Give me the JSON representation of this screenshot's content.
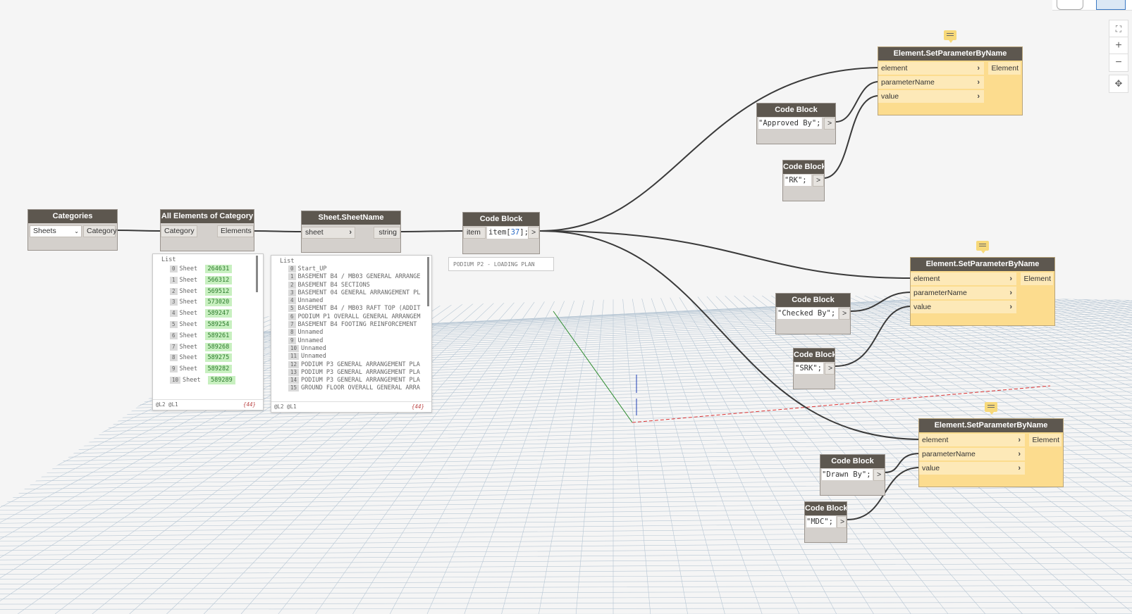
{
  "colors": {
    "node_header": "#5d574f",
    "node_body": "#d4d0cc",
    "set_node_body": "#fcdc8e",
    "wire": "#3a3a3a",
    "grid": "#9db3c6"
  },
  "categories_node": {
    "title": "Categories",
    "selected": "Sheets",
    "output": "Category"
  },
  "all_elements_node": {
    "title": "All Elements of Category",
    "input": "Category",
    "output": "Elements"
  },
  "sheetname_node": {
    "title": "Sheet.SheetName",
    "input": "sheet",
    "output": "string"
  },
  "codeblock_item": {
    "title": "Code Block",
    "input": "item",
    "code_prefix": "item[",
    "code_index": "37",
    "code_suffix": "];",
    "output_arrow": ">",
    "preview": "PODIUM P2 - LOADING PLAN"
  },
  "preview_elements": {
    "header": "List",
    "items": [
      {
        "index": "0",
        "type": "Sheet",
        "id": "264631"
      },
      {
        "index": "1",
        "type": "Sheet",
        "id": "566312"
      },
      {
        "index": "2",
        "type": "Sheet",
        "id": "569512"
      },
      {
        "index": "3",
        "type": "Sheet",
        "id": "573020"
      },
      {
        "index": "4",
        "type": "Sheet",
        "id": "589247"
      },
      {
        "index": "5",
        "type": "Sheet",
        "id": "589254"
      },
      {
        "index": "6",
        "type": "Sheet",
        "id": "589261"
      },
      {
        "index": "7",
        "type": "Sheet",
        "id": "589268"
      },
      {
        "index": "8",
        "type": "Sheet",
        "id": "589275"
      },
      {
        "index": "9",
        "type": "Sheet",
        "id": "589282"
      },
      {
        "index": "10",
        "type": "Sheet",
        "id": "589289"
      }
    ],
    "levels": "@L2 @L1",
    "count": "{44}"
  },
  "preview_names": {
    "header": "List",
    "items": [
      {
        "index": "0",
        "text": "Start_UP"
      },
      {
        "index": "1",
        "text": "BASEMENT B4 / MB03 GENERAL ARRANGE"
      },
      {
        "index": "2",
        "text": "BASEMENT B4  SECTIONS"
      },
      {
        "index": "3",
        "text": "BASEMENT 04 GENERAL ARRANGEMENT PL"
      },
      {
        "index": "4",
        "text": "Unnamed"
      },
      {
        "index": "5",
        "text": "BASEMENT B4 / MB03 RAFT TOP (ADDIT"
      },
      {
        "index": "6",
        "text": "PODIUM P1 OVERALL GENERAL ARRANGEM"
      },
      {
        "index": "7",
        "text": "BASEMENT B4 FOOTING REINFORCEMENT"
      },
      {
        "index": "8",
        "text": "Unnamed"
      },
      {
        "index": "9",
        "text": "Unnamed"
      },
      {
        "index": "10",
        "text": "Unnamed"
      },
      {
        "index": "11",
        "text": "Unnamed"
      },
      {
        "index": "12",
        "text": "PODIUM P3 GENERAL ARRANGEMENT PLA"
      },
      {
        "index": "13",
        "text": "PODIUM P3 GENERAL ARRANGEMENT PLA"
      },
      {
        "index": "14",
        "text": "PODIUM P3 GENERAL ARRANGEMENT PLA"
      },
      {
        "index": "15",
        "text": "GROUND FLOOR OVERALL GENERAL ARRA"
      }
    ],
    "levels": "@L2 @L1",
    "count": "{44}"
  },
  "code_blocks": {
    "title": "Code Block",
    "arrow": ">",
    "approved": "\"Approved By\";",
    "rk": "\"RK\";",
    "checked": "\"Checked By\";",
    "srk": "\"SRK\";",
    "drawn": "\"Drawn By\";",
    "mdc": "\"MDC\";"
  },
  "set_param": {
    "title": "Element.SetParameterByName",
    "inputs": [
      "element",
      "parameterName",
      "value"
    ],
    "output": "Element"
  },
  "view_controls": {
    "fit": "⛶",
    "zoom_in": "+",
    "zoom_out": "−",
    "pan": "✥"
  }
}
